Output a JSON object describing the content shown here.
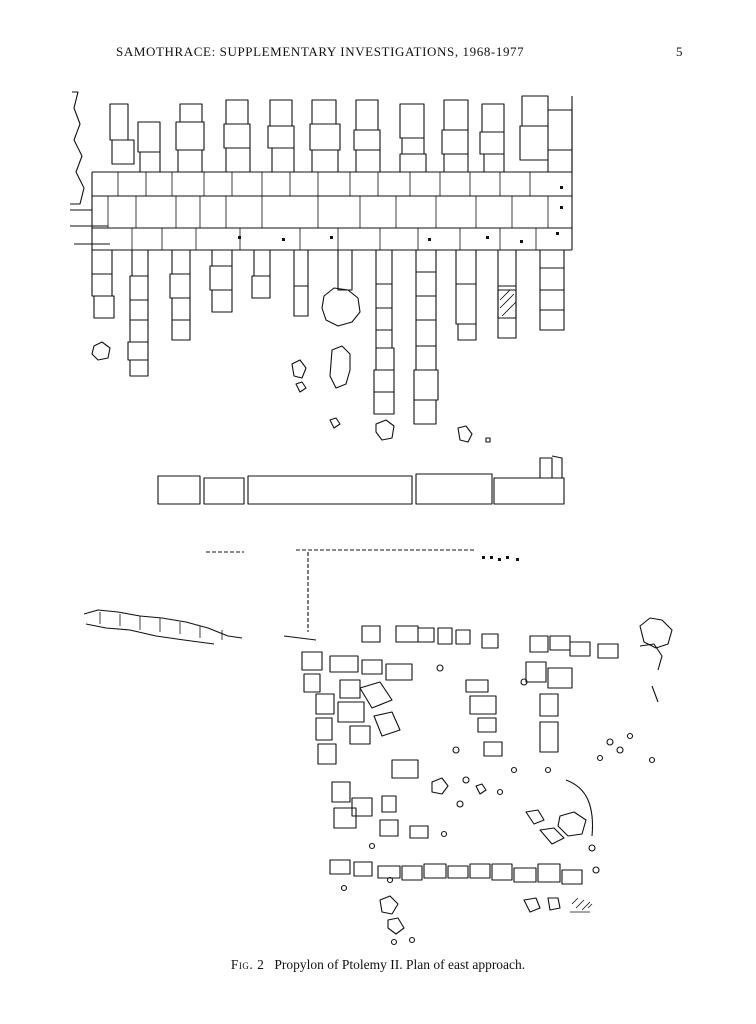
{
  "header": {
    "title": "SAMOTHRACE: SUPPLEMENTARY INVESTIGATIONS, 1968-1977",
    "page_number": "5"
  },
  "figure": {
    "label": "Fig. 2",
    "caption": "Propylon of Ptolemy II. Plan of east approach."
  }
}
